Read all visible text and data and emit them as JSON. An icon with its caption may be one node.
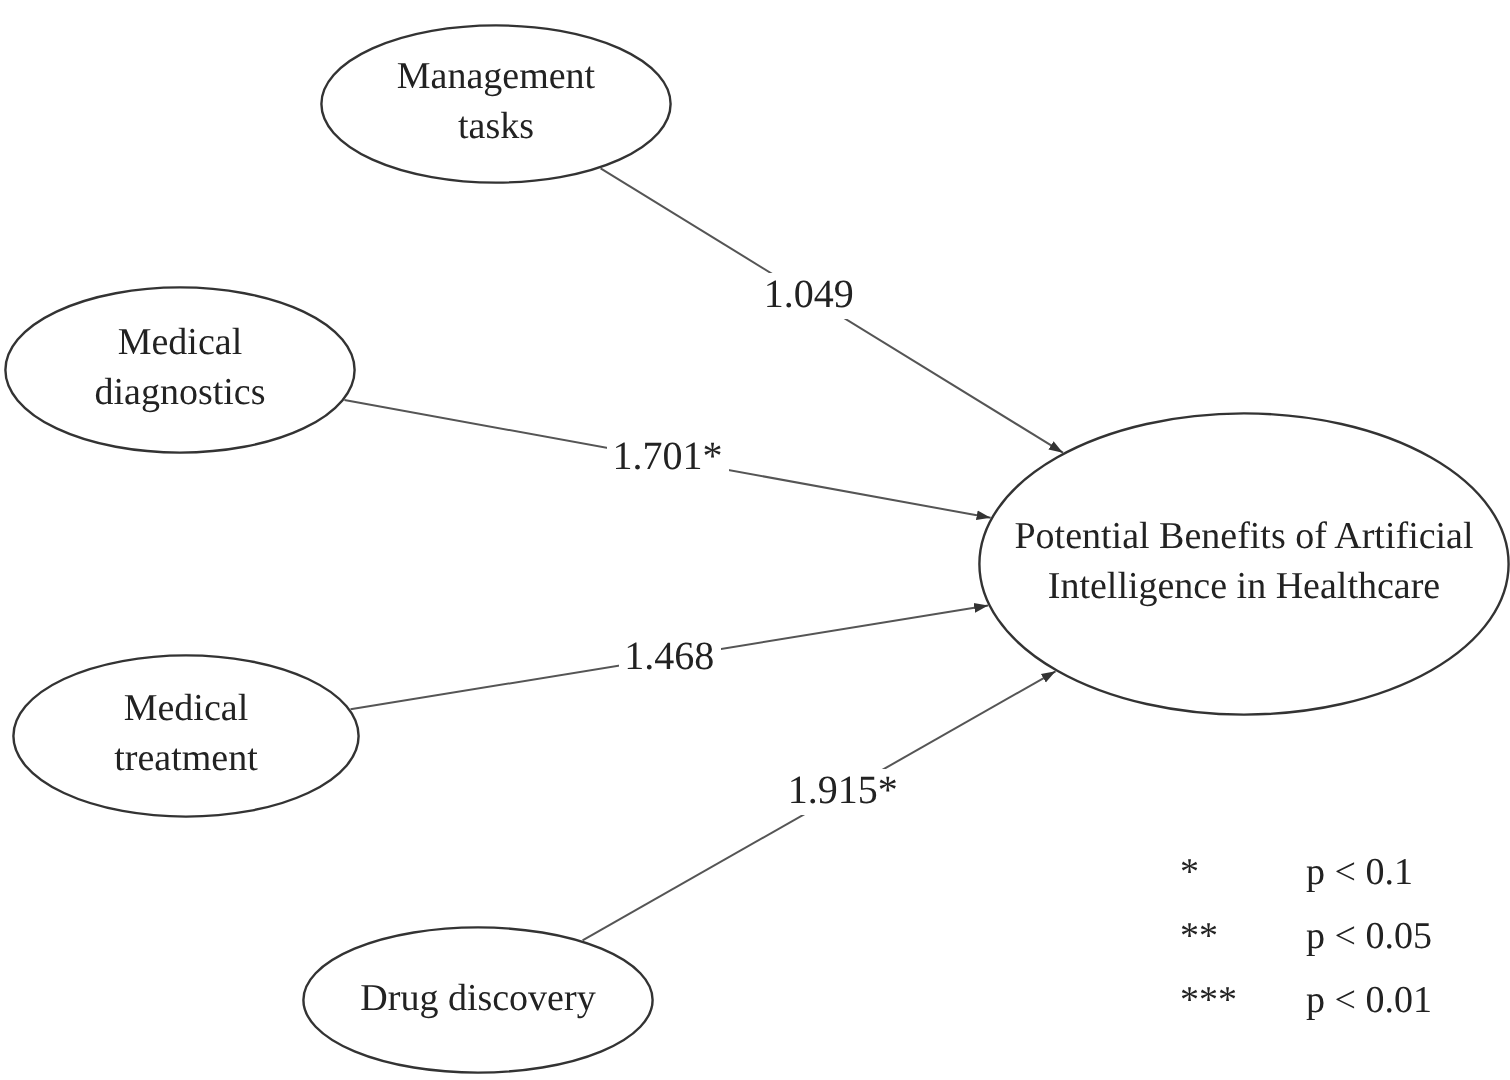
{
  "diagram": {
    "nodes": [
      {
        "text": [
          "Management tasks"
        ]
      },
      {
        "text": [
          "Medical diagnostics"
        ]
      },
      {
        "text": [
          "Medical treatment"
        ]
      },
      {
        "text": [
          "Drug discovery"
        ]
      },
      {
        "text": [
          "Potential Benefits of Artificial Intelligence in Healthcare"
        ]
      }
    ],
    "edges": [
      {
        "from": 0,
        "to": 4,
        "arrow": "to",
        "label": "1.049"
      },
      {
        "from": 1,
        "to": 4,
        "arrow": "to",
        "label": "1.701*"
      },
      {
        "from": 2,
        "to": 4,
        "arrow": "to",
        "label": "1.468"
      },
      {
        "from": 3,
        "to": 4,
        "arrow": "to",
        "label": "1.915*"
      }
    ],
    "labels": [
      "*",
      "p < 0.1",
      "**",
      "p < 0.05",
      "***",
      "p < 0.01"
    ]
  }
}
